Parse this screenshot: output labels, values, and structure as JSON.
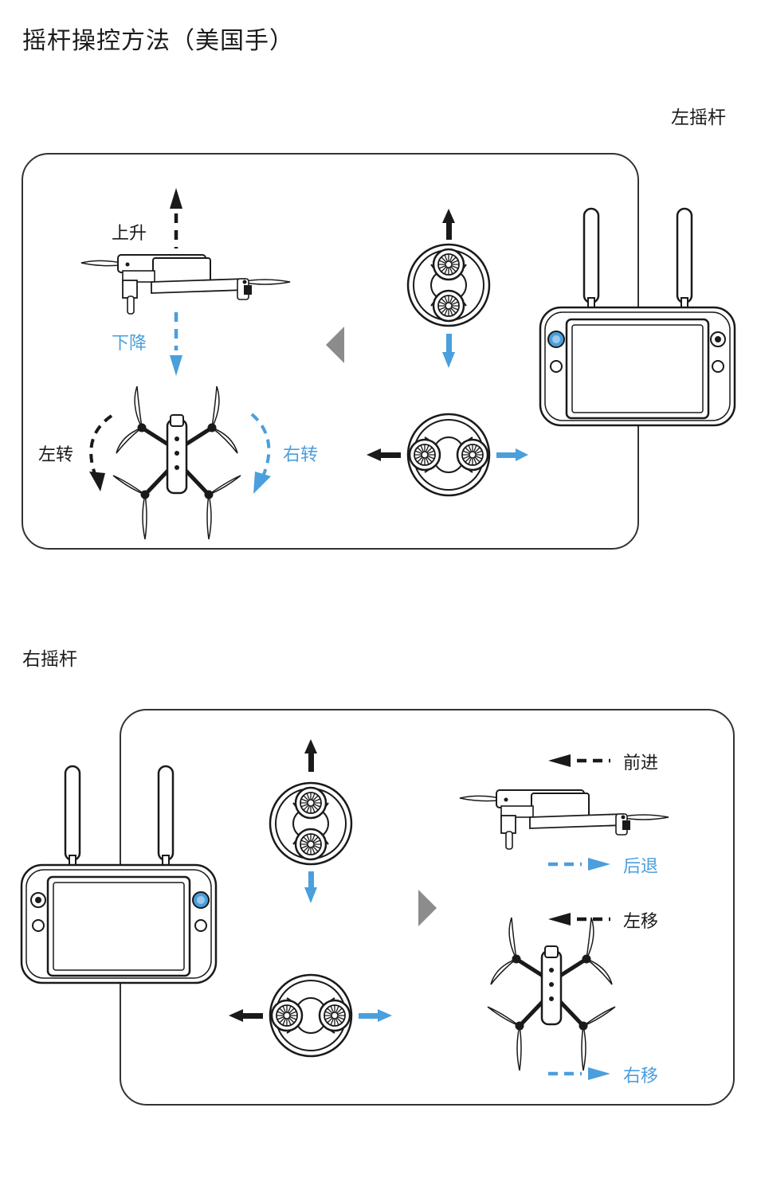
{
  "title": "摇杆操控方法（美国手）",
  "left_stick": {
    "section_label": "左摇杆",
    "up_label": "上升",
    "down_label": "下降",
    "turn_left_label": "左转",
    "turn_right_label": "右转"
  },
  "right_stick": {
    "section_label": "右摇杆",
    "forward_label": "前进",
    "backward_label": "后退",
    "move_left_label": "左移",
    "move_right_label": "右移"
  },
  "colors": {
    "accent_blue": "#4a9fdc",
    "dark": "#1a1a1a",
    "gray_arrow": "#8c8c8c"
  }
}
